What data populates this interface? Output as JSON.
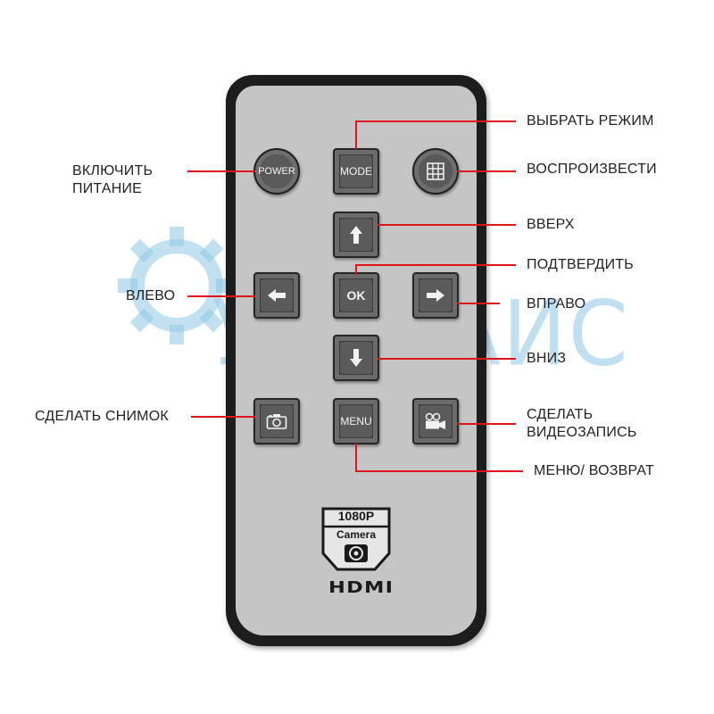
{
  "watermark": {
    "text": "УПЕРАИС"
  },
  "remote": {
    "buttons": {
      "power": "POWER",
      "mode": "MODE",
      "ok": "OK",
      "menu": "MENU"
    },
    "badge": {
      "resolution": "1080P",
      "type": "Camera",
      "interface": "HDMI"
    }
  },
  "labels": {
    "power_on": "ВКЛЮЧИТЬ\nПИТАНИЕ",
    "select_mode": "ВЫБРАТЬ РЕЖИМ",
    "playback": "ВОСПРОИЗВЕСТИ",
    "up": "ВВЕРХ",
    "confirm": "ПОДТВЕРДИТЬ",
    "left": "ВЛЕВО",
    "right": "ВПРАВО",
    "down": "ВНИЗ",
    "take_photo": "СДЕЛАТЬ СНИМОК",
    "record_video": "СДЕЛАТЬ\nВИДЕОЗАПИСЬ",
    "menu_back": "МЕНЮ/ ВОЗВРАТ"
  },
  "colors": {
    "callout_line": "#e0141c",
    "watermark": "#8ec8e6"
  },
  "icons": [
    "gear-icon",
    "grid-icon",
    "arrow-up-icon",
    "arrow-left-icon",
    "arrow-right-icon",
    "arrow-down-icon",
    "camera-icon",
    "video-camera-icon",
    "aperture-icon"
  ]
}
